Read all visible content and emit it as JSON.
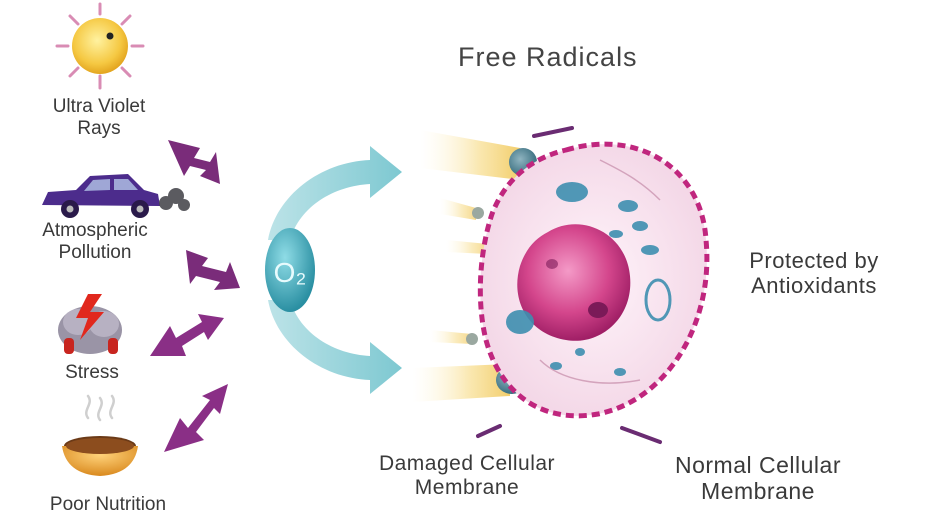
{
  "title": "Free Radicals",
  "sources": [
    {
      "id": "uv",
      "line1": "Ultra Violet",
      "line2": "Rays",
      "icon": "sun-icon"
    },
    {
      "id": "pollution",
      "line1": "Atmospheric",
      "line2": "Pollution",
      "icon": "car-icon"
    },
    {
      "id": "stress",
      "line1": "Stress",
      "icon": "stress-head-icon"
    },
    {
      "id": "nutrition",
      "line1": "Poor Nutrition",
      "icon": "food-bowl-icon"
    }
  ],
  "molecule": "O₂",
  "labels": {
    "protected_line1": "Protected by",
    "protected_line2": "Antioxidants",
    "damaged_line1": "Damaged Cellular",
    "damaged_line2": "Membrane",
    "normal_line1": "Normal Cellular",
    "normal_line2": "Membrane"
  },
  "colors": {
    "arrow_magenta": "#7a2c7a",
    "oxygen_teal": "#3aa6b6",
    "cell_magenta": "#c0267e",
    "radical_yellow": "#f3cc57"
  }
}
